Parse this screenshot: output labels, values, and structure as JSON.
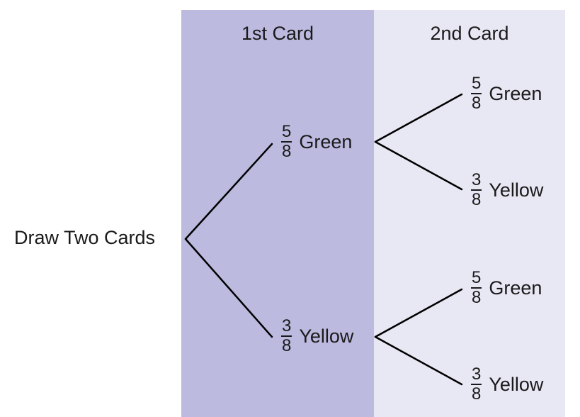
{
  "header": {
    "first_card": "1st Card",
    "second_card": "2nd Card"
  },
  "root": {
    "label": "Draw Two Cards"
  },
  "first_draw": [
    {
      "numerator": "5",
      "denominator": "8",
      "outcome": "Green"
    },
    {
      "numerator": "3",
      "denominator": "8",
      "outcome": "Yellow"
    }
  ],
  "second_draw": [
    {
      "numerator": "5",
      "denominator": "8",
      "outcome": "Green"
    },
    {
      "numerator": "3",
      "denominator": "8",
      "outcome": "Yellow"
    },
    {
      "numerator": "5",
      "denominator": "8",
      "outcome": "Green"
    },
    {
      "numerator": "3",
      "denominator": "8",
      "outcome": "Yellow"
    }
  ],
  "colors": {
    "first_panel": "#bcbadf",
    "second_panel": "#e8e7f4",
    "lines": "#000000"
  }
}
